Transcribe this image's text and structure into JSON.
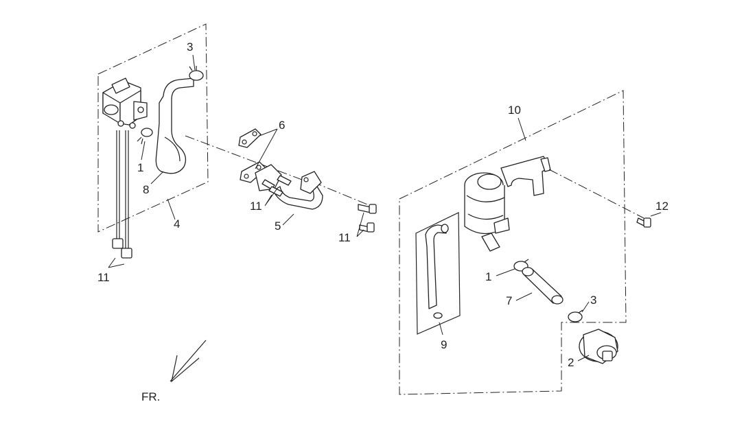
{
  "diagram": {
    "callouts": [
      {
        "id": "c3a",
        "text": "3"
      },
      {
        "id": "c1a",
        "text": "1"
      },
      {
        "id": "c8",
        "text": "8"
      },
      {
        "id": "c4",
        "text": "4"
      },
      {
        "id": "c11a",
        "text": "11"
      },
      {
        "id": "c6",
        "text": "6"
      },
      {
        "id": "c11b",
        "text": "11"
      },
      {
        "id": "c5",
        "text": "5"
      },
      {
        "id": "c11c",
        "text": "11"
      },
      {
        "id": "c10",
        "text": "10"
      },
      {
        "id": "c12",
        "text": "12"
      },
      {
        "id": "c1b",
        "text": "1"
      },
      {
        "id": "c7",
        "text": "7"
      },
      {
        "id": "c3b",
        "text": "3"
      },
      {
        "id": "c9",
        "text": "9"
      },
      {
        "id": "c2",
        "text": "2"
      }
    ],
    "front_indicator": "FR."
  }
}
